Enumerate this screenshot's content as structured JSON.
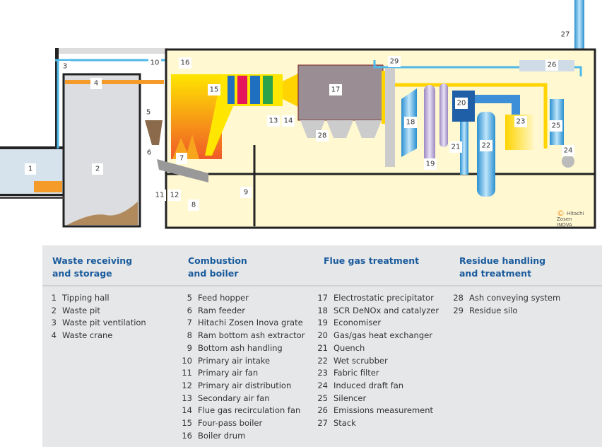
{
  "diagram": {
    "labels": {
      "l1": "1",
      "l2": "2",
      "l3": "3",
      "l4": "4",
      "l5": "5",
      "l6": "6",
      "l7": "7",
      "l8": "8",
      "l9": "9",
      "l10": "10",
      "l11": "11",
      "l12": "12",
      "l13": "13",
      "l14": "14",
      "l15": "15",
      "l16": "16",
      "l17": "17",
      "l18": "18",
      "l19": "19",
      "l20": "20",
      "l21": "21",
      "l22": "22",
      "l23": "23",
      "l24": "24",
      "l25": "25",
      "l26": "26",
      "l27": "27",
      "l28": "28",
      "l29": "29"
    },
    "copyright": "©",
    "brand_line1": "Hitachi Zosen",
    "brand_line2": "INOVA",
    "colors": {
      "flue_gas": "#ffe600",
      "water": "#4fb8e8",
      "building": "#fff8d0",
      "pit": "#dcdde0",
      "crane": "#f59b2a"
    }
  },
  "legend": {
    "columns": [
      {
        "heading1": "Waste receiving",
        "heading2": "and storage",
        "items": [
          {
            "num": "1",
            "label": "Tipping hall"
          },
          {
            "num": "2",
            "label": "Waste pit"
          },
          {
            "num": "3",
            "label": "Waste pit ventilation"
          },
          {
            "num": "4",
            "label": "Waste crane"
          }
        ]
      },
      {
        "heading1": "Combustion",
        "heading2": "and boiler",
        "items": [
          {
            "num": "5",
            "label": "Feed hopper"
          },
          {
            "num": "6",
            "label": "Ram feeder"
          },
          {
            "num": "7",
            "label": "Hitachi Zosen Inova grate"
          },
          {
            "num": "8",
            "label": "Ram bottom ash extractor"
          },
          {
            "num": "9",
            "label": "Bottom ash handling"
          },
          {
            "num": "10",
            "label": "Primary air intake"
          },
          {
            "num": "11",
            "label": "Primary air fan"
          },
          {
            "num": "12",
            "label": "Primary air distribution"
          },
          {
            "num": "13",
            "label": "Secondary air fan"
          },
          {
            "num": "14",
            "label": "Flue gas recirculation fan"
          },
          {
            "num": "15",
            "label": "Four-pass boiler"
          },
          {
            "num": "16",
            "label": "Boiler drum"
          }
        ]
      },
      {
        "heading1": "Flue gas treatment",
        "heading2": "",
        "items": [
          {
            "num": "17",
            "label": "Electrostatic precipitator"
          },
          {
            "num": "18",
            "label": "SCR DeNOx and catalyzer"
          },
          {
            "num": "19",
            "label": "Economiser"
          },
          {
            "num": "20",
            "label": "Gas/gas heat exchanger"
          },
          {
            "num": "21",
            "label": "Quench"
          },
          {
            "num": "22",
            "label": "Wet scrubber"
          },
          {
            "num": "23",
            "label": "Fabric filter"
          },
          {
            "num": "24",
            "label": "Induced draft fan"
          },
          {
            "num": "25",
            "label": "Silencer"
          },
          {
            "num": "26",
            "label": "Emissions measurement"
          },
          {
            "num": "27",
            "label": "Stack"
          }
        ]
      },
      {
        "heading1": "Residue handling",
        "heading2": "and treatment",
        "items": [
          {
            "num": "28",
            "label": "Ash conveying system"
          },
          {
            "num": "29",
            "label": "Residue silo"
          }
        ]
      }
    ]
  }
}
